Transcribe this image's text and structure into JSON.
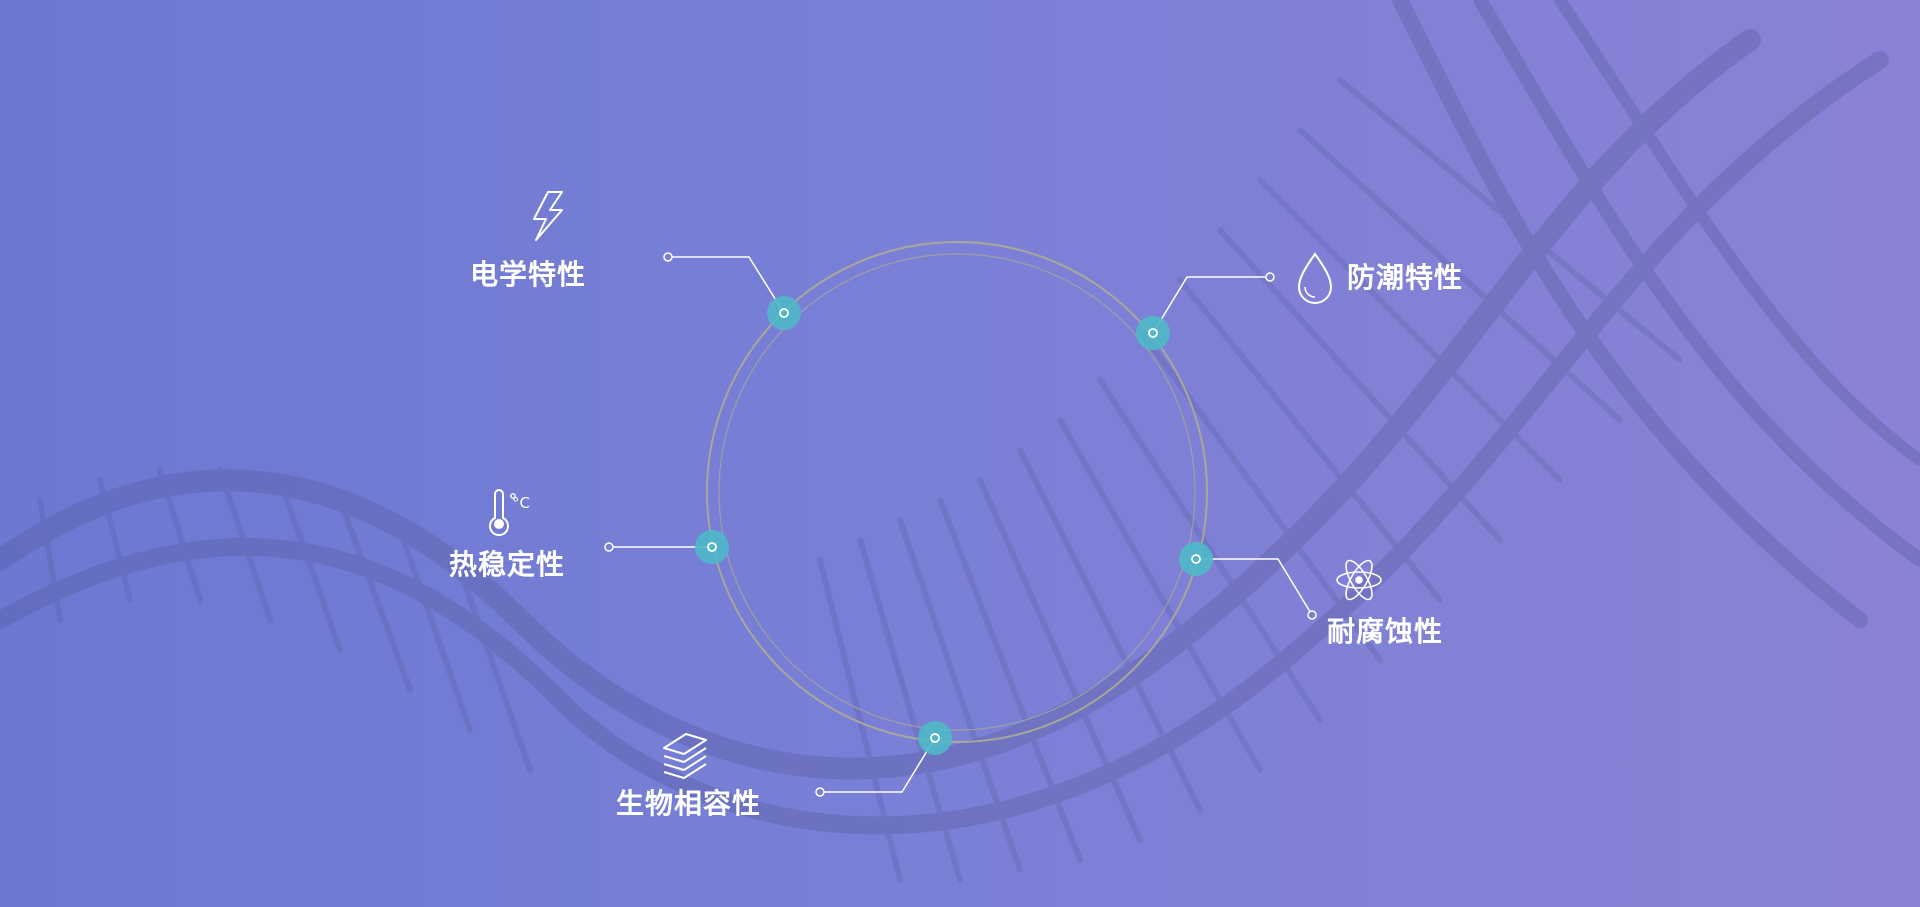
{
  "features": [
    {
      "id": "electrical",
      "label": "电学特性",
      "icon": "lightning-bolt-icon"
    },
    {
      "id": "moisture",
      "label": "防潮特性",
      "icon": "water-drop-icon"
    },
    {
      "id": "thermal",
      "label": "热稳定性",
      "icon": "thermometer-celsius-icon",
      "icon_text": "°C"
    },
    {
      "id": "corrosion",
      "label": "耐腐蚀性",
      "icon": "atom-icon"
    },
    {
      "id": "biocompat",
      "label": "生物相容性",
      "icon": "layers-stack-icon"
    }
  ],
  "colors": {
    "background_left": "#6c78d2",
    "background_right": "#8a82d6",
    "ring": "#a8a898",
    "node": "#4fb8c8",
    "line": "#ffffff",
    "dna": "#5a5e9a"
  }
}
